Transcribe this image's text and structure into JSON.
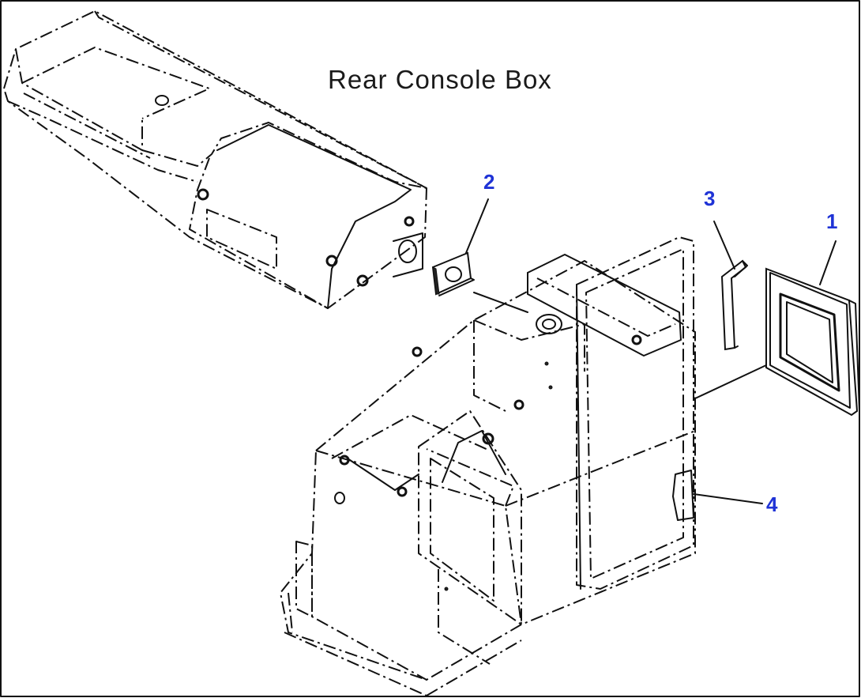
{
  "title": "Rear Console Box",
  "callouts": {
    "c1": "1",
    "c2": "2",
    "c3": "3",
    "c4": "4"
  },
  "colors": {
    "callout": "#1f33d6",
    "line": "#111111",
    "background": "#ffffff"
  }
}
